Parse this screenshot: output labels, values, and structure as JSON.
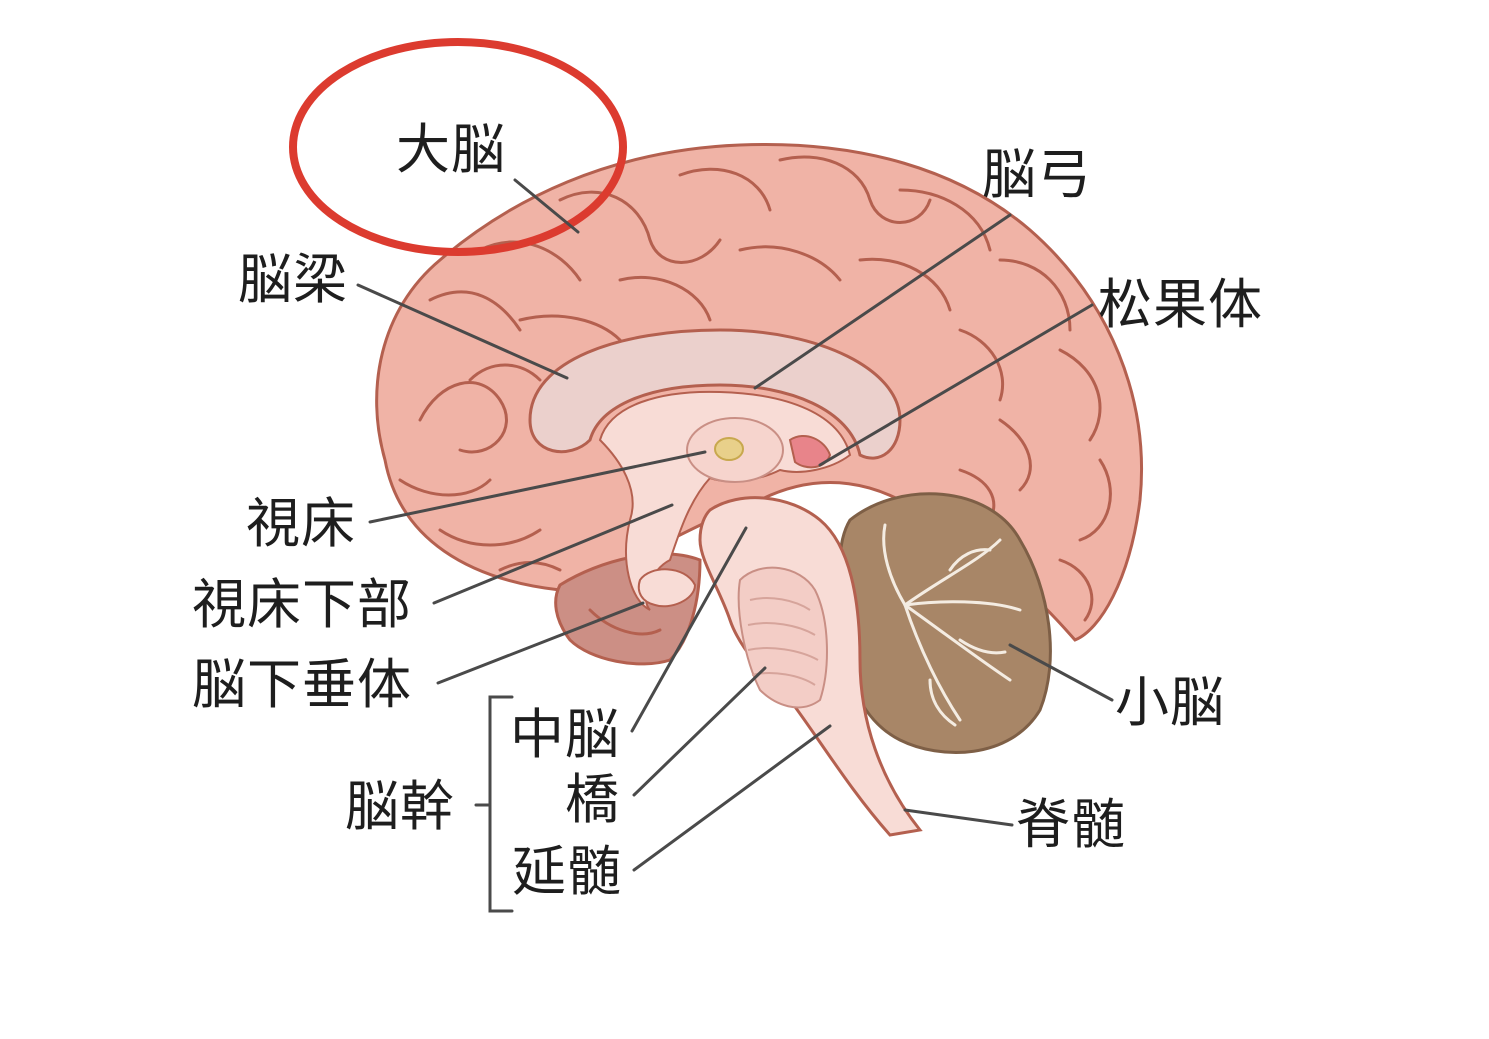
{
  "labels": {
    "cerebrum": "大脳",
    "fornix": "脳弓",
    "corpus_callosum": "脳梁",
    "pineal_body": "松果体",
    "thalamus": "視床",
    "hypothalamus": "視床下部",
    "pituitary": "脳下垂体",
    "midbrain": "中脳",
    "pons": "橋",
    "medulla": "延髄",
    "brainstem": "脳幹",
    "cerebellum": "小脳",
    "spinal_cord": "脊髄"
  },
  "colors": {
    "cerebrum_fill": "#f0b3a6",
    "cerebrum_outline": "#b4604f",
    "callosum_fill": "#ebd0cc",
    "brainstem_fill": "#f8dcd6",
    "cerebellum_fill": "#a88667",
    "highlight_circle": "#dc3b2f",
    "leader_line": "#4a4a4a"
  },
  "highlighted": "cerebrum"
}
